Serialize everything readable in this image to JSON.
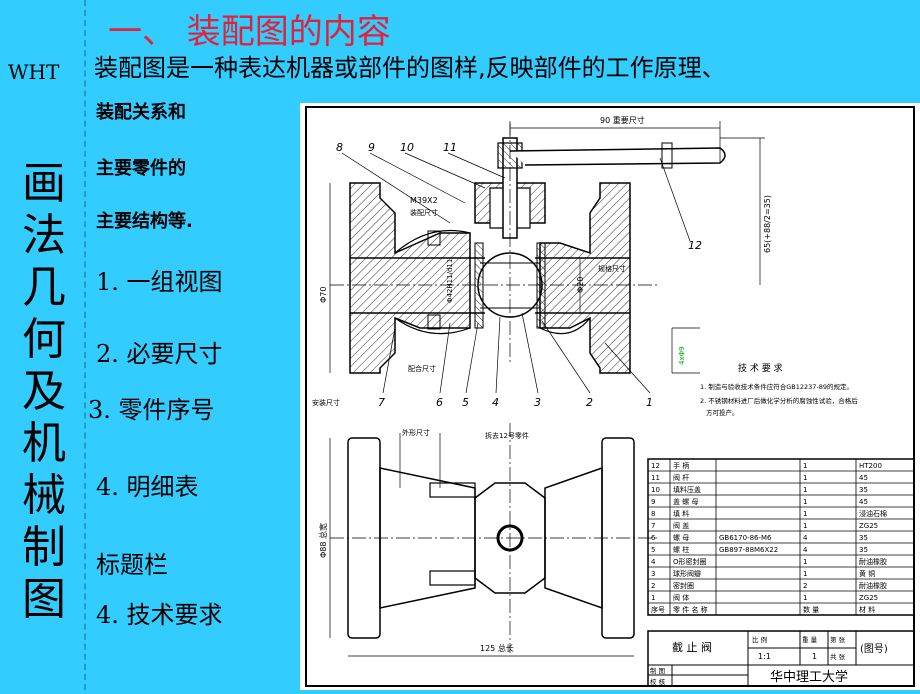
{
  "sidebar": {
    "tag": "WHT",
    "vertical_title": [
      "画",
      "法",
      "几",
      "何",
      "及",
      "机",
      "械",
      "制",
      "图"
    ]
  },
  "heading": "一、 装配图的内容",
  "intro": "装配图是一种表达机器或部件的图样,反映部件的工作原理、",
  "bold_lines": [
    "装配关系和",
    "主要零件的",
    "主要结构等."
  ],
  "items": [
    "1. 一组视图",
    "2. 必要尺寸",
    "3. 零件序号",
    "4. 明细表",
    "标题栏",
    "4. 技术要求"
  ],
  "drawing": {
    "dim_top": "90 重要尺寸",
    "dim_right": "65(+88/2=35)",
    "thread": "M39X2",
    "thread_note": "装配尺寸",
    "fit": "Φ42H11/d11",
    "phi20": "Φ20",
    "phi70": "Φ70",
    "spec_note": "规格尺寸",
    "fit_note": "配合尺寸",
    "install_note": "安装尺寸",
    "outer_note": "外形尺寸",
    "removed_note": "拆去12号零件",
    "phi88": "Φ88 总宽",
    "len125": "125 总长",
    "side_dim": "4xΦ9",
    "leaders_top": [
      "8",
      "9",
      "10",
      "11"
    ],
    "leader_12": "12",
    "leaders_bottom": [
      "7",
      "6",
      "5",
      "4",
      "3",
      "2",
      "1"
    ],
    "tech_title": "技 术 要 求",
    "tech_lines": [
      "1. 制造与验收技术条件应符合GB12237-89的规定。",
      "2. 不锈钢材料进厂后做化学分析的腐蚀性试验，合格后",
      "方可投产。"
    ],
    "bom": [
      [
        "12",
        "手 柄",
        "",
        "1",
        "HT200"
      ],
      [
        "11",
        "阀 杆",
        "",
        "1",
        "45"
      ],
      [
        "10",
        "填料压盖",
        "",
        "1",
        "35"
      ],
      [
        "9",
        "盖 螺 母",
        "",
        "1",
        "45"
      ],
      [
        "8",
        "填 料",
        "",
        "1",
        "浸油石棉"
      ],
      [
        "7",
        "阀 盖",
        "",
        "1",
        "ZG25"
      ],
      [
        "6",
        "螺 母",
        "GB6170-86-M6",
        "4",
        "35"
      ],
      [
        "5",
        "螺 柱",
        "GB897-88M6X22",
        "4",
        "35"
      ],
      [
        "4",
        "O形密封圈",
        "",
        "1",
        "耐油橡胶"
      ],
      [
        "3",
        "球形阀瓣",
        "",
        "1",
        "黄 铜"
      ],
      [
        "2",
        "密封圈",
        "",
        "2",
        "耐油橡胶"
      ],
      [
        "1",
        "阀 体",
        "",
        "1",
        "ZG25"
      ]
    ],
    "bom_header": [
      "序号",
      "零 件 名 称",
      "",
      "数 量",
      "材 料"
    ],
    "title_block": {
      "name": "截 止 阀",
      "scale_label": "比 例",
      "weight_label": "重 量",
      "sheet_label": "第 张",
      "scale": "1:1",
      "qty": "1",
      "total_label": "共 张",
      "code": "(图号)",
      "drawn": "制 图",
      "checked": "校 核",
      "school": "华中理工大学"
    }
  }
}
